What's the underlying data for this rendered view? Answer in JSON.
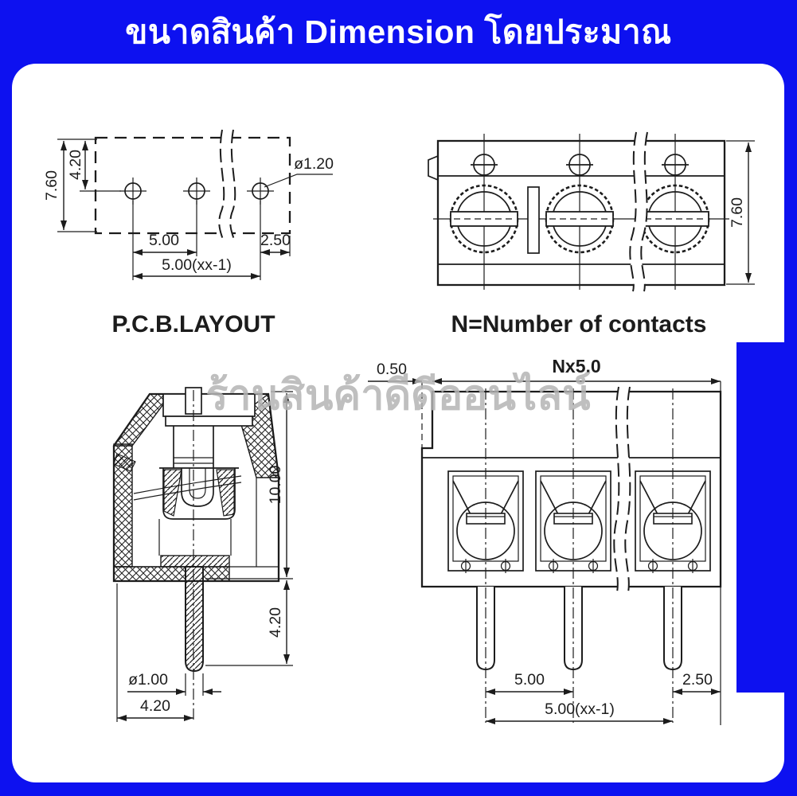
{
  "header": {
    "title": "ขนาดสินค้า Dimension โดยประมาณ"
  },
  "watermark": {
    "text": "ร้านสินค้าดีดีออนไลน์"
  },
  "colors": {
    "header_bg": "#0d11f0",
    "panel_bg": "#ffffff",
    "line": "#1c1c1c",
    "watermark": "#b4b4b4",
    "accent_band": "#0d11f0"
  },
  "pcb_layout": {
    "title": "P.C.B.LAYOUT",
    "dim_height": "7.60",
    "dim_hole_offset": "4.20",
    "dim_hole_dia": "ø1.20",
    "dim_pitch": "5.00",
    "dim_end_margin": "2.50",
    "dim_span": "5.00(xx-1)"
  },
  "top_view": {
    "title": "N=Number of contacts",
    "dim_depth": "7.60"
  },
  "front_view": {
    "dim_step": "0.50",
    "dim_total_width": "Nx5.0",
    "dim_pitch": "5.00",
    "dim_end_margin": "2.50",
    "dim_span": "5.00(xx-1)"
  },
  "section_view": {
    "dim_body_height": "10.00",
    "dim_pin_length": "4.20",
    "dim_pin_dia": "ø1.00",
    "dim_pin_offset": "4.20"
  }
}
